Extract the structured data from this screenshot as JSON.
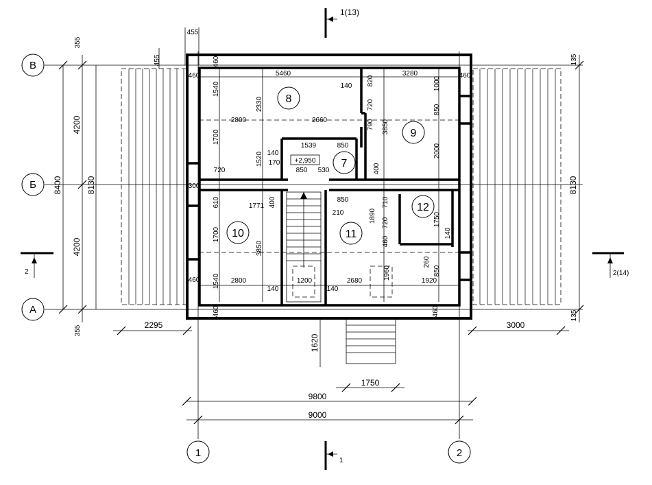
{
  "axes": {
    "rows": [
      "В",
      "Б",
      "А"
    ],
    "columns": [
      "1",
      "2"
    ]
  },
  "rooms": [
    "8",
    "9",
    "7",
    "10",
    "11",
    "12"
  ],
  "level_mark": "+2,950",
  "sections": {
    "top": "1(13)",
    "bottom": "1",
    "left": "2",
    "right": "2(14)"
  },
  "dims": {
    "overall_width_9800": "9800",
    "axes_9000": "9000",
    "porch_width_1750": "1750",
    "porch_depth_1620": "1620",
    "left_canopy_2295": "2295",
    "right_canopy_3000": "3000",
    "left_8400": "8400",
    "left_4200_top": "4200",
    "left_4200_bottom": "4200",
    "left_8130": "8130",
    "right_8130": "8130",
    "left_355_top": "355",
    "left_355_bottom": "355",
    "right_135_top": "135",
    "right_135_bottom": "135",
    "top_455": "455",
    "top_455b": "455",
    "d_5460": "5460",
    "d_3280": "3280",
    "d_2800_a": "2800",
    "d_2660": "2660",
    "d_2800_b": "2800",
    "d_2680": "2680",
    "d_1920": "1920",
    "d_1200": "1200",
    "d_1539": "1539",
    "d_1771": "1771",
    "d_850_a": "850",
    "d_850_b": "850",
    "d_850_c": "850",
    "d_850_d": "850",
    "d_850_e": "850",
    "d_720_a": "720",
    "d_720_b": "720",
    "d_720_c": "720",
    "d_460_a": "460",
    "d_460_b": "460",
    "d_460_c": "460",
    "d_460_d": "460",
    "d_460_e": "460",
    "d_460_f": "460",
    "d_460_g": "460",
    "d_1540_a": "1540",
    "d_1540_b": "1540",
    "d_1700_a": "1700",
    "d_1700_b": "1700",
    "d_2330": "2330",
    "d_1520": "1520",
    "d_3850_a": "3850",
    "d_3850_b": "3850",
    "d_140_a": "140",
    "d_140_b": "140",
    "d_140_c": "140",
    "d_140_d": "140",
    "d_140_e": "140",
    "d_170": "170",
    "d_820": "820",
    "d_790": "790",
    "d_1000": "1000",
    "d_2000": "2000",
    "d_400_a": "400",
    "d_400_b": "400",
    "d_530": "530",
    "d_300": "300",
    "d_610": "610",
    "d_210": "210",
    "d_710": "710",
    "d_1890": "1890",
    "d_1750": "1750",
    "d_260": "260",
    "d_1960": "1960"
  }
}
